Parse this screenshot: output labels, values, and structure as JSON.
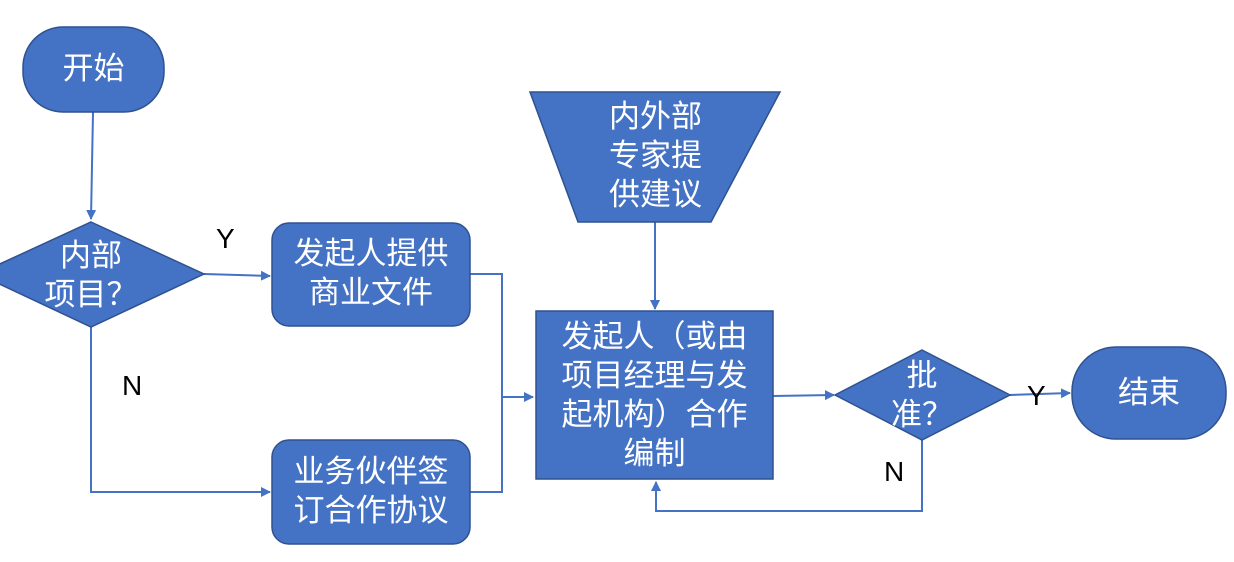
{
  "colors": {
    "node_fill": "#4472C4",
    "node_stroke": "#2F528F",
    "edge": "#4472C4",
    "text": "#FFFFFF",
    "label": "#000000"
  },
  "nodes": {
    "start": {
      "lines": [
        "开始"
      ]
    },
    "internal_decision": {
      "lines": [
        "内部",
        "项目？"
      ]
    },
    "provide_docs": {
      "lines": [
        "发起人提供",
        "商业文件"
      ]
    },
    "partner_agreement": {
      "lines": [
        "业务伙伴签",
        "订合作协议"
      ]
    },
    "experts": {
      "lines": [
        "内外部",
        "专家提",
        "供建议"
      ]
    },
    "compile": {
      "lines": [
        "发起人（或由",
        "项目经理与发",
        "起机构）合作",
        "编制"
      ]
    },
    "approve_decision": {
      "lines": [
        "批",
        "准？"
      ]
    },
    "end": {
      "lines": [
        "结束"
      ]
    }
  },
  "edge_labels": {
    "internal_yes": "Y",
    "internal_no": "N",
    "approve_yes": "Y",
    "approve_no": "N"
  }
}
